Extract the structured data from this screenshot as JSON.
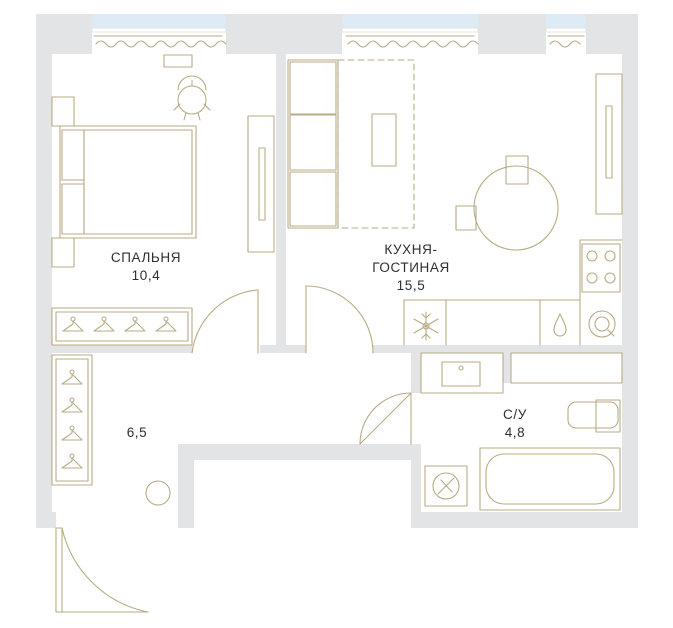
{
  "colors": {
    "wall": "#e3e4e6",
    "line": "#b8ab86",
    "window": "#dcebf4",
    "label": "#2f2f2f"
  },
  "rooms": {
    "bedroom": {
      "name": "СПАЛЬНЯ",
      "area": "10,4"
    },
    "living": {
      "name_line1": "КУХНЯ-",
      "name_line2": "ГОСТИНАЯ",
      "area": "15,5"
    },
    "hallway": {
      "area": "6,5"
    },
    "bathroom": {
      "name": "С/У",
      "area": "4,8"
    }
  },
  "icons": [
    "hanger-icon",
    "snowflake-icon",
    "washing-machine-icon",
    "stove-icon",
    "sink-icon",
    "bathtub-icon",
    "toilet-icon",
    "chair-icon"
  ]
}
